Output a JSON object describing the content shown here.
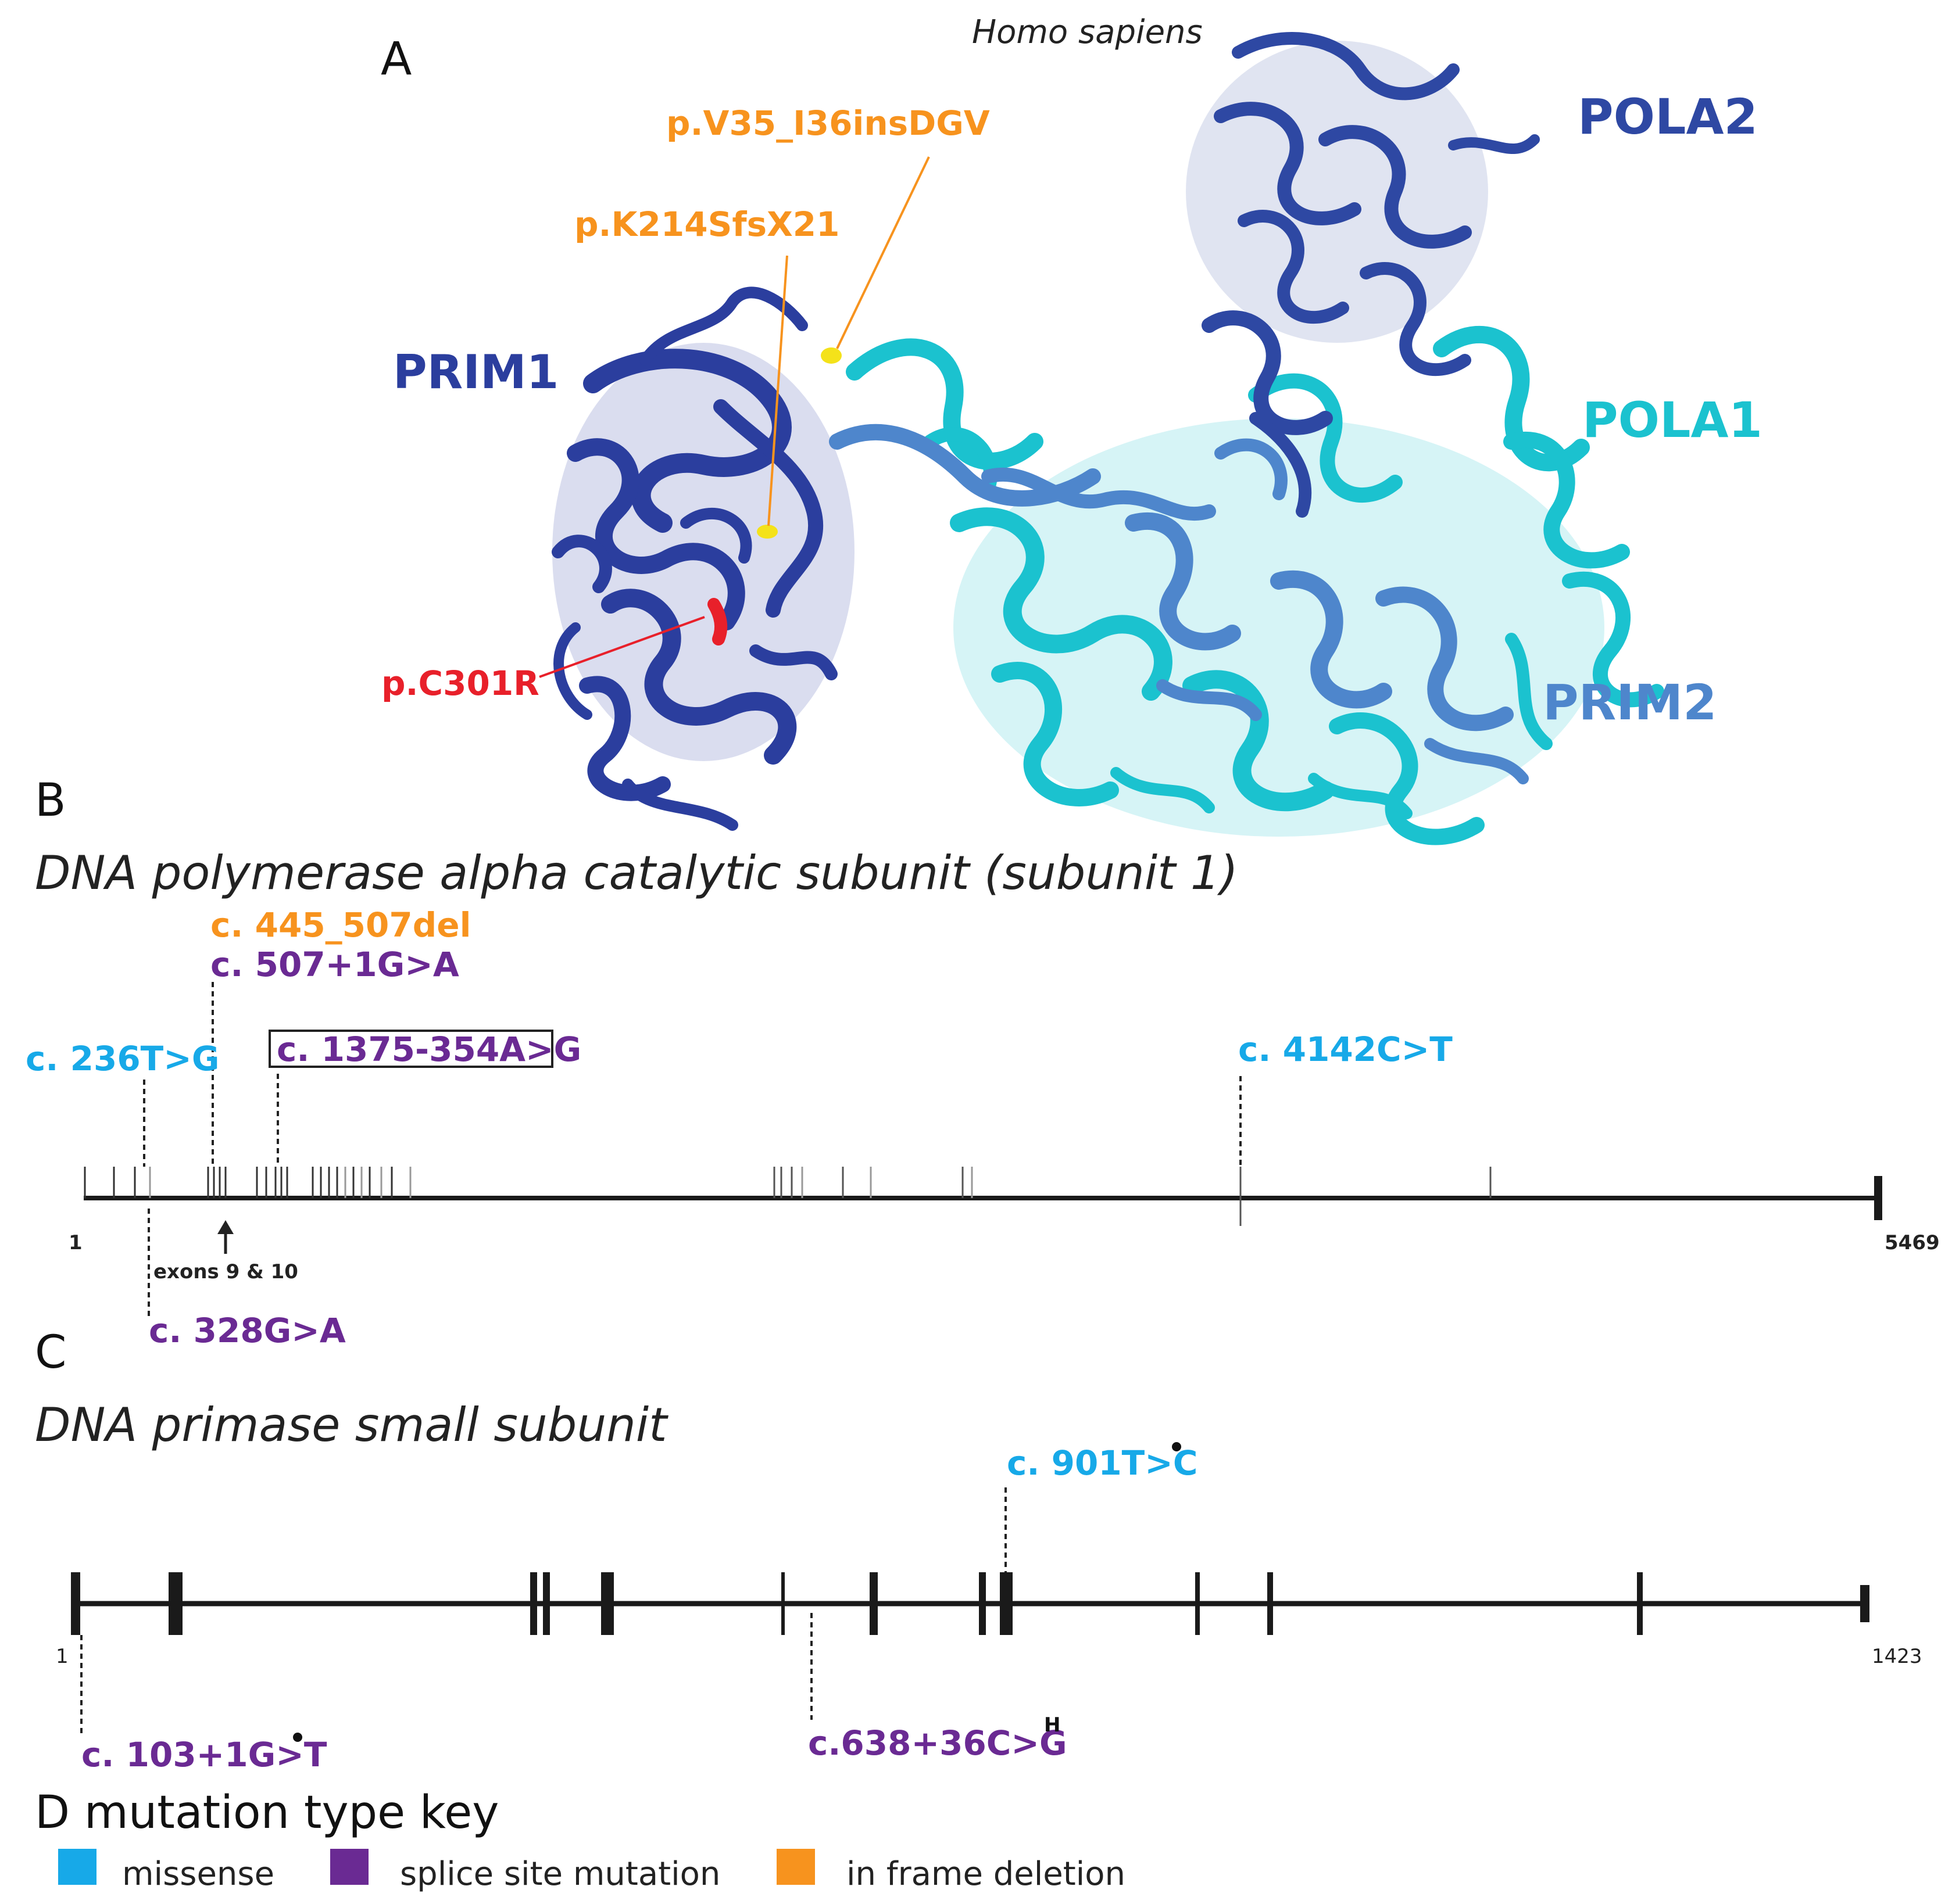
{
  "panel_a": {
    "letter": "A",
    "species": "Homo sapiens",
    "subunits": {
      "pola2": "POLA2",
      "prim1": "PRIM1",
      "pola1": "POLA1",
      "prim2": "PRIM2"
    },
    "mutations": {
      "ins": "p.V35_I36insDGV",
      "fs": "p.K214SfsX21",
      "missense": "p.C301R"
    }
  },
  "panel_b": {
    "letter": "B",
    "title": "DNA polymerase alpha catalytic subunit (subunit 1)",
    "start": "1",
    "end": "5469",
    "exon_note": "exons 9 & 10",
    "mutations": {
      "m1": "c. 445_507del",
      "m2": "c. 507+1G>A",
      "m3": "c. 236T>G",
      "m4": "c. 1375-354A>G",
      "m5": "c. 4142C>T",
      "m6": "c. 328G>A"
    }
  },
  "panel_c": {
    "letter": "C",
    "title": "DNA primase small subunit",
    "start": "1",
    "end": "1423",
    "mutations": {
      "m1": "c. 901T>C",
      "m2": "c. 103+1G>T",
      "m3": "c.638+36C>G"
    },
    "superscript_h": "H"
  },
  "panel_d": {
    "title": "D  mutation type key",
    "keys": [
      {
        "label": "missense",
        "color": "#17A9E8"
      },
      {
        "label": "splice site mutation",
        "color": "#6A2A93"
      },
      {
        "label": "in frame deletion",
        "color": "#F7931E"
      }
    ]
  },
  "colors": {
    "missense": "#17A9E8",
    "splice": "#6A2A93",
    "deletion": "#F7931E",
    "red": "#E8202A",
    "navy": "#2B3E9E",
    "cyan": "#1BC2CF",
    "steel": "#4E86CC"
  }
}
